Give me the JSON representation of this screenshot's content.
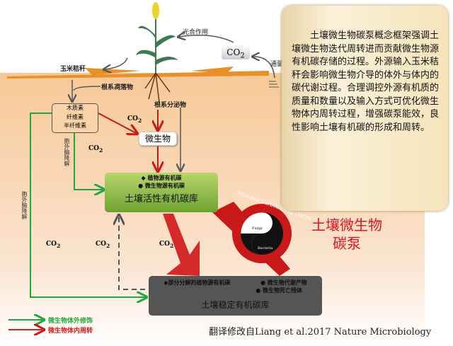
{
  "labels": {
    "photosynthesis": "光合作用",
    "co2": "CO",
    "co2_sub": "2",
    "flux": "通量",
    "straw": "玉米秸秆",
    "root_litter": "根系凋落物",
    "root_exudates": "根系分泌物",
    "lignin": [
      "木质素",
      "纤维素",
      "半纤维素"
    ],
    "microbes": "微生物",
    "extracellular_degradation": "胞外酶降解",
    "active_pool": {
      "items": [
        "◆ 植物源有机碳",
        "● 微生物源有机碳"
      ],
      "title": "土壤活性有机碳库"
    },
    "stable_pool": {
      "items": [
        "◆部分分解的植物源有机碳",
        "● 微生物代谢产物",
        "● 微生物死亡残体"
      ],
      "title": "土壤稳定有机碳库"
    },
    "mcp_ring": "Microbial Carbon Pump (MCP)",
    "fungi": "Fungi",
    "bacteria": "Bacteria",
    "mcp_title": [
      "土壤微生物",
      "碳泵"
    ]
  },
  "legend": [
    {
      "label": "微生物体外修饰",
      "color": "#1fa83c"
    },
    {
      "label": "微生物体内周转",
      "color": "#d42020"
    }
  ],
  "description": "土壤微生物碳泵概念框架强调土壤微生物迭代周转进而贡献微生物源有机碳存储的过程。外源输入玉米秸秆会影响微生物介导的体外与体内的碳代谢过程。合理调控外源有机质的质量和数量以及输入方式可优化微生物体内周转过程，增强碳泵能效，良性影响土壤有机碳的形成和周转。",
  "credit": "翻译修改自Liang et al.2017 Nature Microbiology"
}
